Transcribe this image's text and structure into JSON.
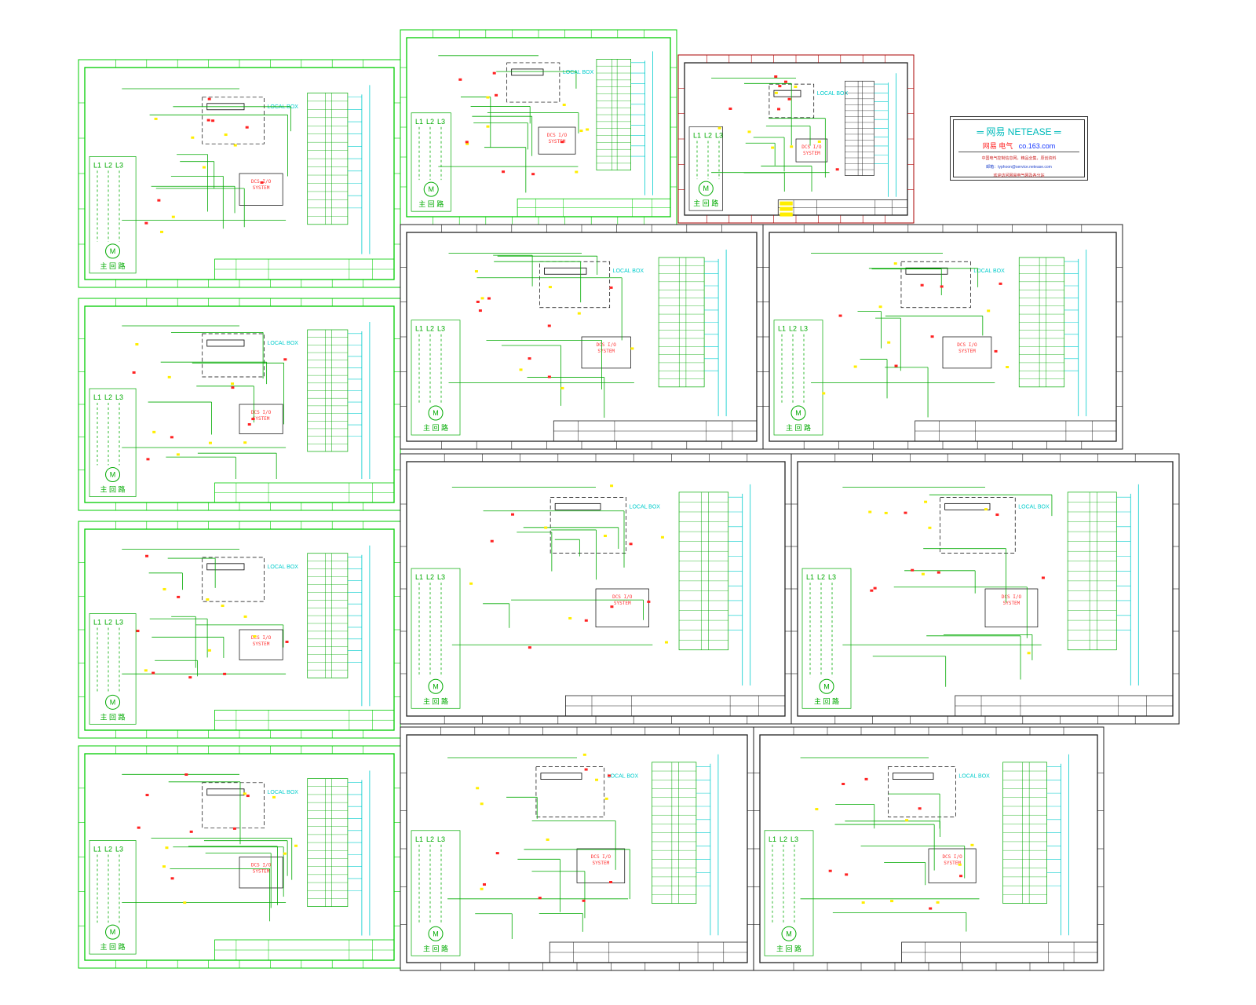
{
  "netease": {
    "title": "═ 网易 NETEASE ═",
    "line_red": "网易 电气",
    "line_blue": "co.163.com",
    "small1": "中国电气控制信息网，精品全集，原创资料",
    "small2": "邮箱：typhoon@service.netease.com",
    "small3": "欢迎访问网易电气网及各分站"
  },
  "labels": {
    "local_box": "LOCAL BOX",
    "main_circuit": "主 回 路",
    "phases": [
      "L1",
      "L2",
      "L3"
    ],
    "motor": "M",
    "dcs_io": "DCS I/O",
    "system": "SYSTEM"
  },
  "colors": {
    "frame": "#00cc00",
    "wire": "#00aa00",
    "cyan": "#00cccc",
    "red": "#ff2222",
    "yellow": "#ffee00",
    "black_frame": "#222222",
    "dark_red_frame": "#aa0000"
  }
}
